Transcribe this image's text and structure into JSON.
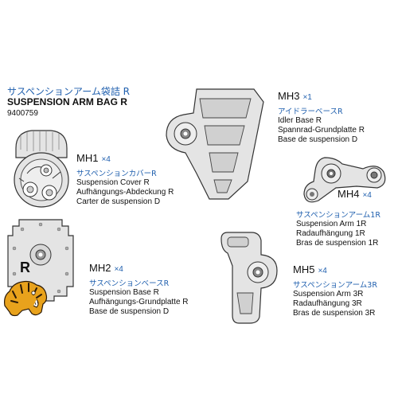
{
  "header": {
    "title_jp": "サスペンションアーム袋詰 R",
    "title_en": "SUSPENSION ARM BAG R",
    "part_number": "9400759"
  },
  "parts": [
    {
      "code": "MH1",
      "qty": "×4",
      "name_jp": "サスペンションカバーR",
      "name_en": "Suspension Cover R",
      "name_de": "Aufhängungs-Abdeckung R",
      "name_fr": "Carter de suspension D"
    },
    {
      "code": "MH2",
      "qty": "×4",
      "name_jp": "サスペンションベースR",
      "name_en": "Suspension Base R",
      "name_de": "Aufhängungs-Grundplatte R",
      "name_fr": "Base de suspension D"
    },
    {
      "code": "MH3",
      "qty": "×1",
      "name_jp": "アイドラーベースR",
      "name_en": "Idler Base R",
      "name_de": "Spannrad-Grundplatte R",
      "name_fr": "Base de suspension D"
    },
    {
      "code": "MH4",
      "qty": "×4",
      "name_jp": "サスペンションアーム1R",
      "name_en": "Suspension Arm 1R",
      "name_de": "Radaufhängung 1R",
      "name_fr": "Bras de suspension 1R"
    },
    {
      "code": "MH5",
      "qty": "×4",
      "name_jp": "サスペンションアーム3R",
      "name_en": "Suspension Arm 3R",
      "name_de": "Radaufhängung 3R",
      "name_fr": "Bras de suspension 3R"
    }
  ],
  "mh2_marking": "R",
  "colors": {
    "part_fill": "#e4e4e4",
    "jp_text": "#1f5fae"
  }
}
